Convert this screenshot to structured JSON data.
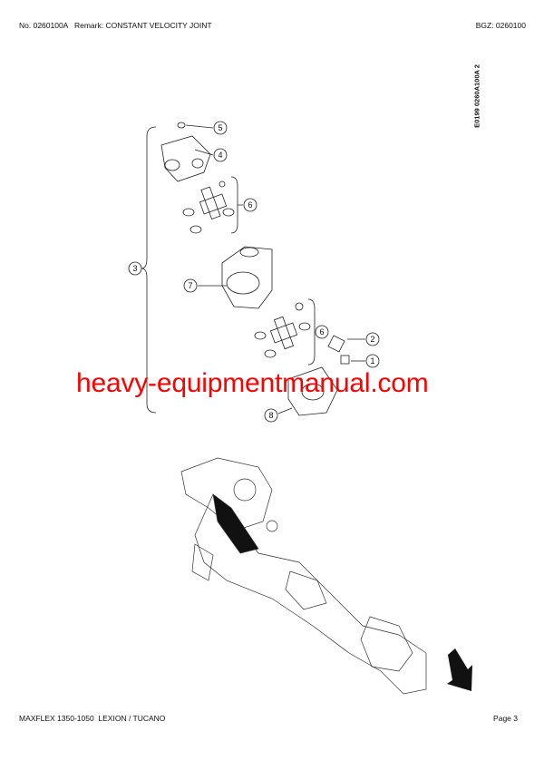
{
  "header": {
    "left": "No. 0260100A   Remark: CONSTANT VELOCITY JOINT",
    "right": "BGZ: 0260100"
  },
  "drawing_id": "E0199 0260A100A 2",
  "callouts": [
    "5",
    "4",
    "6",
    "3",
    "7",
    "6",
    "2",
    "1",
    "8"
  ],
  "watermark": "heavy-equipmentmanual.com",
  "footer": {
    "left": "MAXFLEX 1350-1050  LEXION / TUCANO",
    "right": "Page 3"
  }
}
